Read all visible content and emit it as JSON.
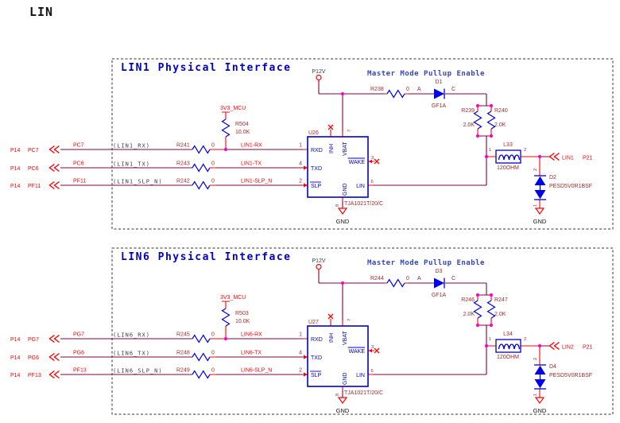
{
  "page": {
    "title": "LIN"
  },
  "colors": {
    "wire": "#800040",
    "pin-red": "#ff0000",
    "net": "#ff0000",
    "zig-blue": "#0000ee",
    "component": "#0000cc",
    "refdes": "#a52a2a",
    "title-blue": "#0000cc",
    "note-blue": "#3344cc",
    "junction": "#ff00cc",
    "signal-gray": "#404040",
    "text-black": "#111111"
  },
  "blocks": [
    {
      "title": "LIN1 Physical Interface",
      "note": "Master Mode Pullup Enable",
      "power": "P12V",
      "pullup_supply": "3V3_MCU",
      "pullup": {
        "ref": "R504",
        "value": "10.0K"
      },
      "series": {
        "ref": "R238",
        "value": "0"
      },
      "diode": {
        "ref": "D1",
        "part": "GF1A",
        "a": "A",
        "c": "C"
      },
      "rp1": {
        "ref": "R239",
        "value": "2.0K"
      },
      "rp2": {
        "ref": "R240",
        "value": "2.0K"
      },
      "ind": {
        "ref": "L33",
        "value": "120OHM",
        "p1": "1",
        "p2": "2"
      },
      "tvs": {
        "ref": "D2",
        "part": "PESD5V0R1BSF",
        "pin_top": "2",
        "pin_bot": "1",
        "gnd_net": "GND"
      },
      "out": {
        "net": "LIN1",
        "port": "P21"
      },
      "ic": {
        "ref": "U26",
        "part": "TJA1021T/20/C",
        "rxd": "RXD",
        "txd": "TXD",
        "slp": "SLP",
        "inh": "INH",
        "vbat": "VBAT",
        "wake": "WAKE",
        "lin": "LIN",
        "gnd": "GND",
        "vbat_pin": "7",
        "wake_pin": "3",
        "lin_pin": "6",
        "gnd_pin": "8",
        "gnd_net": "GND"
      },
      "rows": [
        {
          "port": "P14",
          "pin": "PC7",
          "net": "PC7",
          "signal": "(LIN1_RX)",
          "res": "R241",
          "val": "0",
          "alias": "LIN1-RX",
          "ic_pin": "1"
        },
        {
          "port": "P14",
          "pin": "PC6",
          "net": "PC6",
          "signal": "(LIN1_TX)",
          "res": "R243",
          "val": "0",
          "alias": "LIN1-TX",
          "ic_pin": "4"
        },
        {
          "port": "P14",
          "pin": "PF11",
          "net": "PF11",
          "signal": "(LIN1_SLP_N)",
          "res": "R242",
          "val": "0",
          "alias": "LIN1-SLP_N",
          "ic_pin": "2"
        }
      ]
    },
    {
      "title": "LIN6 Physical Interface",
      "note": "Master Mode Pullup Enable",
      "power": "P12V",
      "pullup_supply": "3V3_MCU",
      "pullup": {
        "ref": "R503",
        "value": "10.0K"
      },
      "series": {
        "ref": "R244",
        "value": "0"
      },
      "diode": {
        "ref": "D3",
        "part": "GF1A",
        "a": "A",
        "c": "C"
      },
      "rp1": {
        "ref": "R246",
        "value": "2.0K"
      },
      "rp2": {
        "ref": "R247",
        "value": "2.0K"
      },
      "ind": {
        "ref": "L34",
        "value": "120OHM",
        "p1": "1",
        "p2": "2"
      },
      "tvs": {
        "ref": "D4",
        "part": "PESD5V0R1BSF",
        "pin_top": "2",
        "pin_bot": "1",
        "gnd_net": "GND"
      },
      "out": {
        "net": "LIN2",
        "port": "P21"
      },
      "ic": {
        "ref": "U27",
        "part": "TJA1021T/20/C",
        "rxd": "RXD",
        "txd": "TXD",
        "slp": "SLP",
        "inh": "INH",
        "vbat": "VBAT",
        "wake": "WAKE",
        "lin": "LIN",
        "gnd": "GND",
        "vbat_pin": "7",
        "wake_pin": "3",
        "lin_pin": "6",
        "gnd_pin": "8",
        "gnd_net": "GND"
      },
      "rows": [
        {
          "port": "P14",
          "pin": "PG7",
          "net": "PG7",
          "signal": "(LIN6_RX)",
          "res": "R245",
          "val": "0",
          "alias": "LIN6-RX",
          "ic_pin": "1"
        },
        {
          "port": "P14",
          "pin": "PG6",
          "net": "PG6",
          "signal": "(LIN6_TX)",
          "res": "R248",
          "val": "0",
          "alias": "LIN6-TX",
          "ic_pin": "4"
        },
        {
          "port": "P14",
          "pin": "PF13",
          "net": "PF13",
          "signal": "(LIN6_SLP_N)",
          "res": "R249",
          "val": "0",
          "alias": "LIN6-SLP_N",
          "ic_pin": "2"
        }
      ]
    }
  ]
}
